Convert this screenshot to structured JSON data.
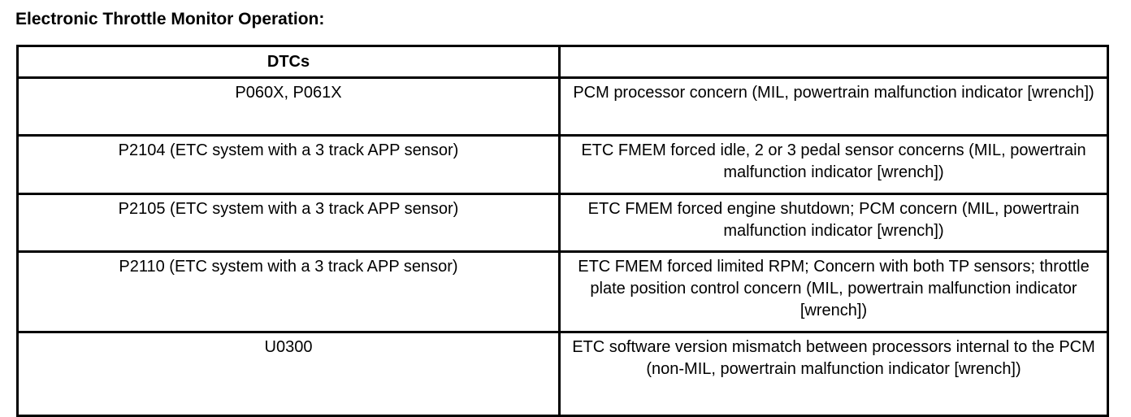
{
  "document": {
    "title": "Electronic Throttle Monitor Operation:"
  },
  "table": {
    "headers": {
      "dtcs": "DTCs",
      "description": ""
    },
    "rows": [
      {
        "dtc": "P060X, P061X",
        "description": "PCM processor concern (MIL, powertrain malfunction indicator [wrench])"
      },
      {
        "dtc": "P2104 (ETC system with a 3 track APP sensor)",
        "description": "ETC FMEM  forced idle, 2 or 3 pedal sensor concerns (MIL, powertrain malfunction indicator [wrench])"
      },
      {
        "dtc": "P2105 (ETC system with a 3 track APP sensor)",
        "description": "ETC FMEM  forced engine shutdown; PCM concern (MIL, powertrain malfunction indicator [wrench])"
      },
      {
        "dtc": "P2110 (ETC system with a 3 track APP sensor)",
        "description": "ETC FMEM  forced limited RPM; Concern with both TP sensors; throttle plate position control concern (MIL, powertrain malfunction indicator [wrench])"
      },
      {
        "dtc": "U0300",
        "description": "ETC software version mismatch between processors internal to the PCM (non-MIL, powertrain malfunction indicator [wrench])"
      }
    ]
  },
  "colors": {
    "text": "#000000",
    "border": "#000000",
    "background": "#ffffff"
  }
}
